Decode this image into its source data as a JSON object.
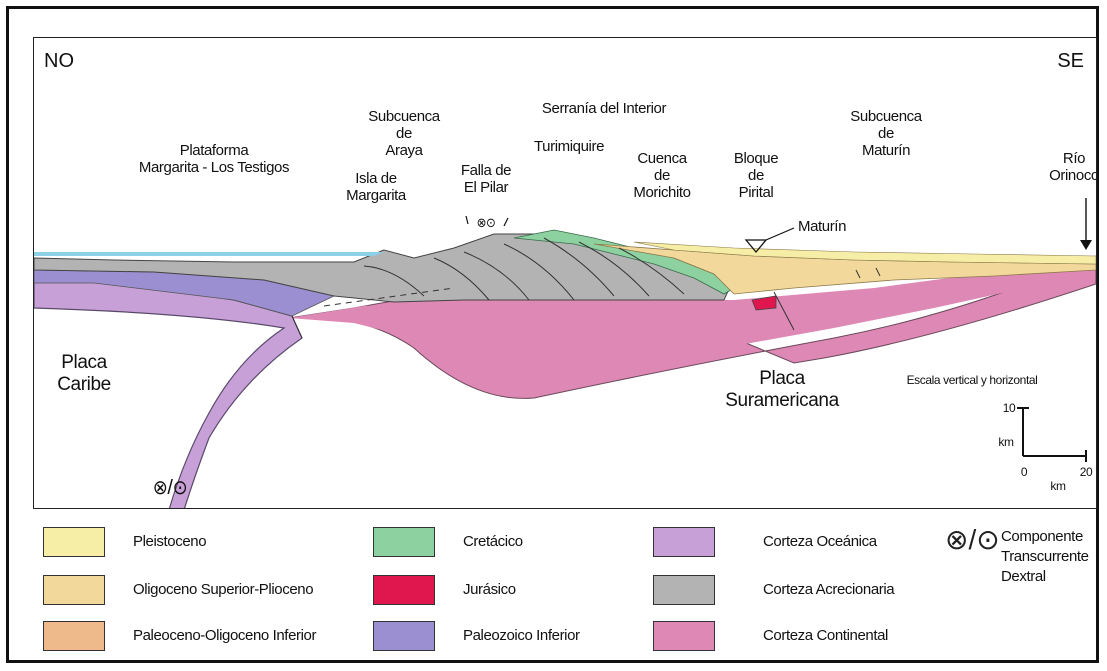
{
  "corners": {
    "left": "NO",
    "right": "SE"
  },
  "labels": {
    "plataforma": [
      "Plataforma",
      "Margarita - Los Testigos"
    ],
    "isla": [
      "Isla de",
      "Margarita"
    ],
    "subcuenca_araya": [
      "Subcuenca",
      "de",
      "Araya"
    ],
    "falla": [
      "Falla de",
      "El Pilar"
    ],
    "serrania": "Serranía del Interior",
    "turimiquire": "Turimiquire",
    "cuenca": [
      "Cuenca",
      "de",
      "Morichito"
    ],
    "bloque": [
      "Bloque",
      "de",
      "Pirital"
    ],
    "maturin_town": "Maturín",
    "subcuenca_maturin": [
      "Subcuenca",
      "de",
      "Maturín"
    ],
    "rio": [
      "Río",
      "Orinoco"
    ],
    "placa_caribe": [
      "Placa",
      "Caribe"
    ],
    "placa_suramericana": [
      "Placa",
      "Suramericana"
    ],
    "escala": "Escala vertical y horizontal",
    "scale_v_value": "10",
    "scale_v_unit": "km",
    "scale_h_zero": "0",
    "scale_h_value": "20",
    "scale_h_unit": "km"
  },
  "legend": [
    {
      "label": "Pleistoceno",
      "color": "#f6eea6"
    },
    {
      "label": "Oligoceno Superior-Plioceno",
      "color": "#f3d89c"
    },
    {
      "label": "Paleoceno-Oligoceno Inferior",
      "color": "#eeb98b"
    },
    {
      "label": "Cretácico",
      "color": "#8ed1a0"
    },
    {
      "label": "Jurásico",
      "color": "#e0174f"
    },
    {
      "label": "Paleozoico Inferior",
      "color": "#9b8fd1"
    },
    {
      "label": "Corteza Oceánica",
      "color": "#c8a0d8"
    },
    {
      "label": "Corteza Acrecionaria",
      "color": "#b3b3b3"
    },
    {
      "label": "Corteza Continental",
      "color": "#de88b6"
    }
  ],
  "legend_symbol": {
    "glyph": "⊗/⊙",
    "label": [
      "Componente",
      "Transcurrente",
      "Dextral"
    ]
  },
  "colors": {
    "sea": "#8dd1e8",
    "mantle_outline": "#5a4a6a"
  }
}
